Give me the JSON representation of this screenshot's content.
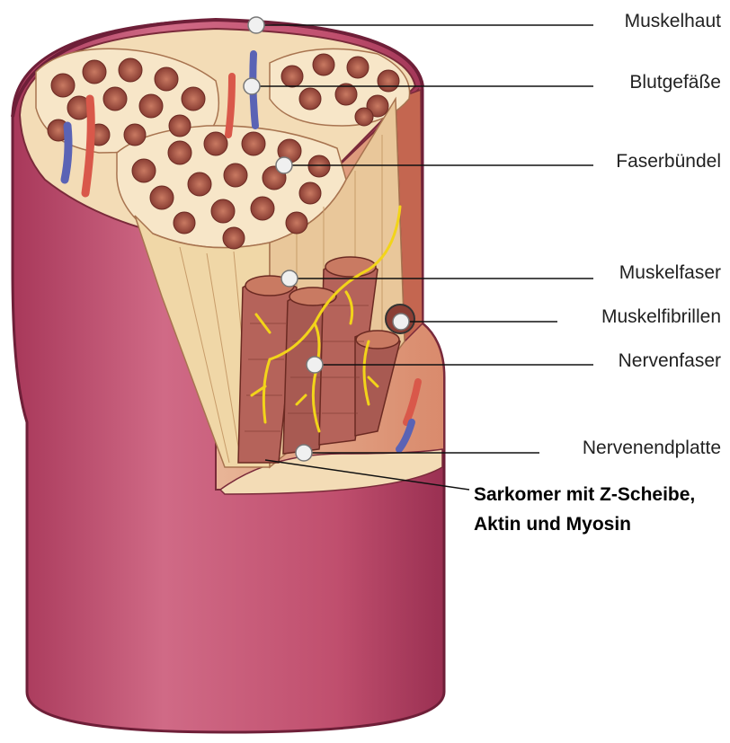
{
  "diagram": {
    "labels": {
      "muskelhaut": "Muskelhaut",
      "blutgefaesse": "Blutgefäße",
      "faserbuendel": "Faserbündel",
      "muskelfaser": "Muskelfaser",
      "muskelfibrillen": "Muskelfibrillen",
      "nervenfaser": "Nervenfaser",
      "nervenendplatte": "Nervenendplatte",
      "sarkomer_line1": "Sarkomer mit Z-Scheibe,",
      "sarkomer_line2": "Aktin und Myosin"
    },
    "colors": {
      "skin": "#c0506c",
      "skin_dark": "#8e2a48",
      "tissue": "#f3dcb6",
      "fiber": "#b5635a",
      "nerve": "#f2d41a",
      "artery": "#d9584a",
      "vein": "#5a63b5"
    }
  }
}
